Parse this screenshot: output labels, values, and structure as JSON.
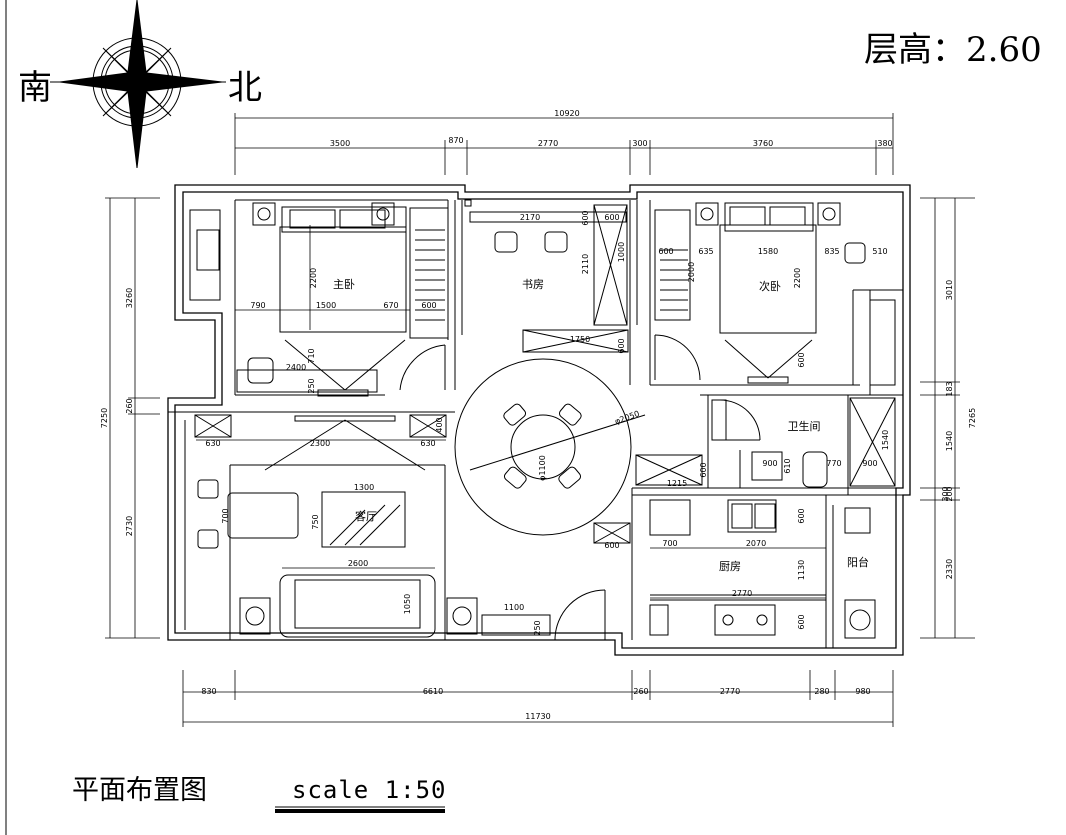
{
  "compass": {
    "south": "南",
    "north": "北"
  },
  "floor_height": "层高：2.60",
  "title": "平面布置图",
  "scale": "scale 1:50",
  "rooms": {
    "master_bedroom": "主卧",
    "study": "书房",
    "second_bedroom": "次卧",
    "bathroom": "卫生间",
    "living_room": "客厅",
    "kitchen": "厨房",
    "balcony": "阳台"
  },
  "dims": {
    "top_total": "10920",
    "top": [
      "3500",
      "870",
      "2770",
      "300",
      "3760",
      "380"
    ],
    "bottom_total": "11730",
    "bottom": [
      "830",
      "6610",
      "260",
      "2770",
      "280",
      "980"
    ],
    "left_total": "7250",
    "left": [
      "3260",
      "260",
      "2730"
    ],
    "right_total": "7265",
    "right": [
      "3010",
      "183",
      "1540",
      "200",
      "2330"
    ],
    "interior": [
      "2200",
      "790",
      "1500",
      "670",
      "600",
      "2170",
      "600",
      "600",
      "2110",
      "1000",
      "1750",
      "600",
      "600",
      "635",
      "1580",
      "835",
      "510",
      "2000",
      "2200",
      "600",
      "2400",
      "710",
      "250",
      "400",
      "630",
      "2300",
      "630",
      "1300",
      "750",
      "700",
      "2600",
      "1050",
      "1100",
      "250",
      "φ2050",
      "φ1100",
      "600",
      "1215",
      "900",
      "610",
      "770",
      "900",
      "1540",
      "700",
      "2070",
      "1130",
      "2770",
      "600",
      "600",
      "600",
      "300"
    ]
  },
  "colors": {
    "line": "#000000",
    "background": "#ffffff"
  }
}
